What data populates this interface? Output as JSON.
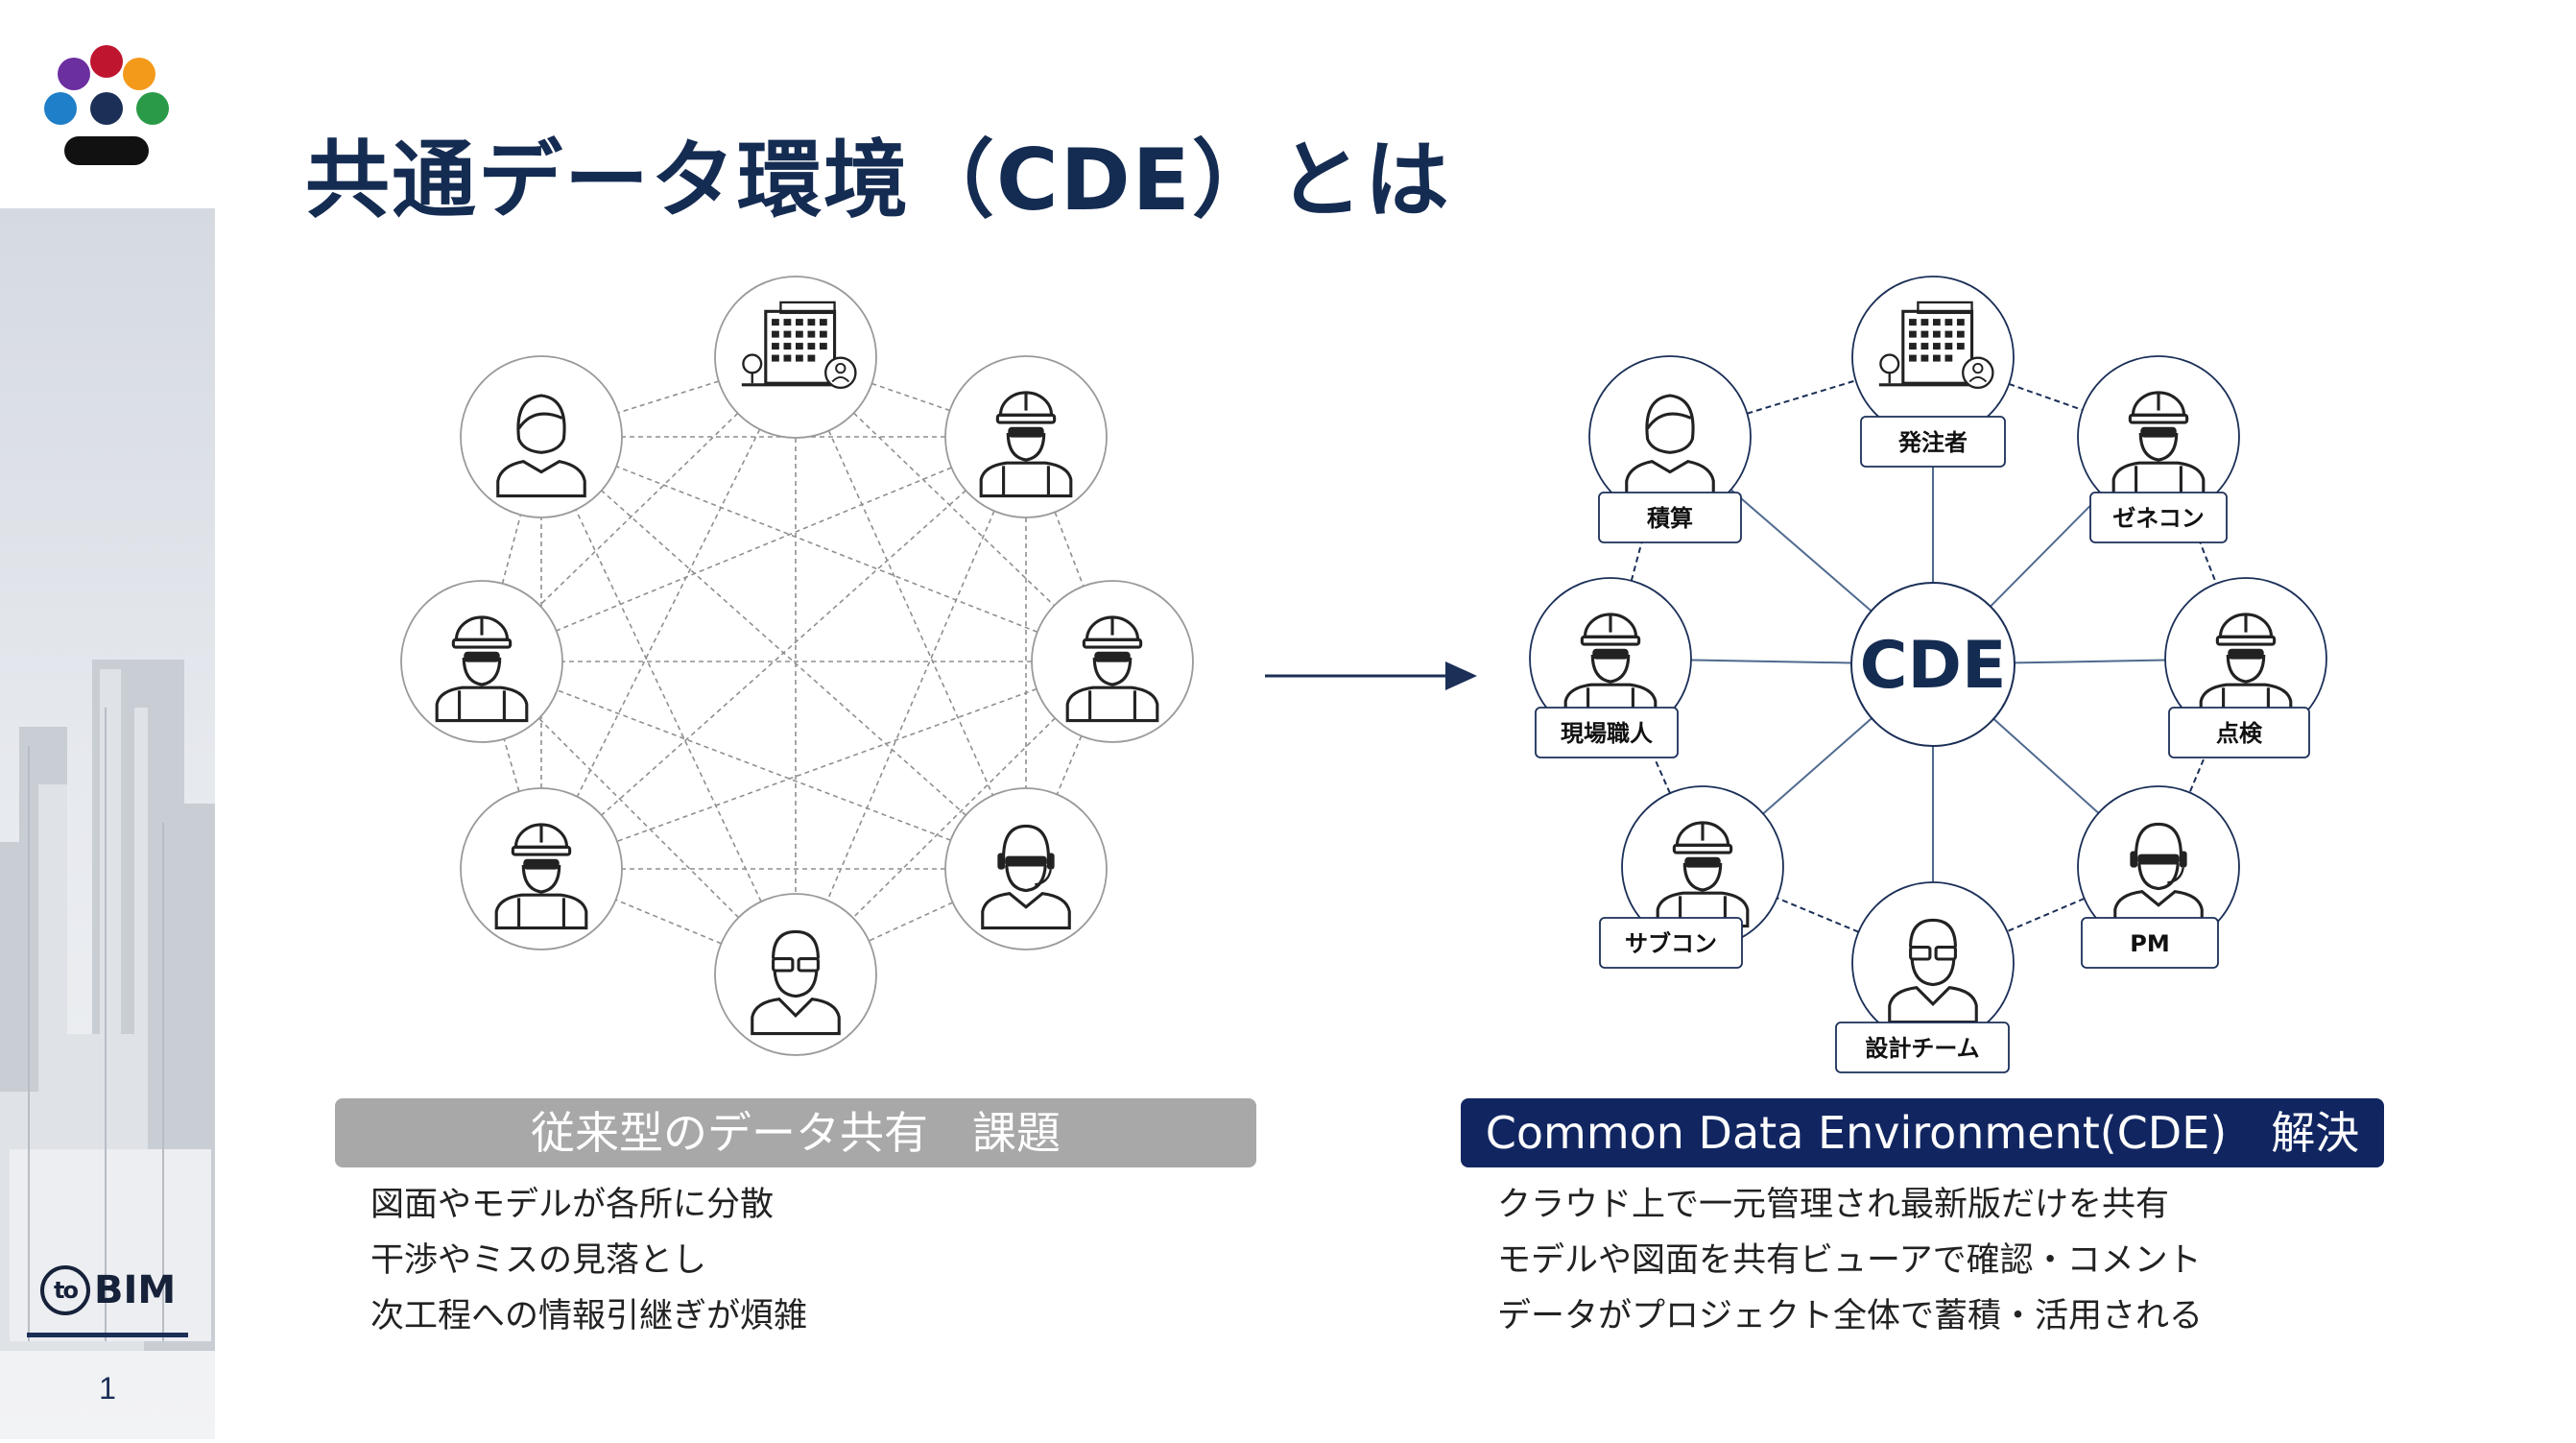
{
  "header": {
    "title": "共通データ環境（CDE）とは",
    "logo_colors": [
      "#c0152f",
      "#6b2fa0",
      "#f39a1b",
      "#1f7fc8",
      "#1b2f57",
      "#2b9a48",
      "#111111"
    ]
  },
  "sidebar": {
    "brand_mark": "to",
    "brand_name": "BIM",
    "page_number": "1"
  },
  "diagram_left": {
    "nodes": [
      {
        "id": "owner",
        "icon": "building-icon"
      },
      {
        "id": "contractor",
        "icon": "worker-helmet-icon"
      },
      {
        "id": "inspection",
        "icon": "worker-helmet-icon"
      },
      {
        "id": "pm",
        "icon": "headset-person-icon"
      },
      {
        "id": "design",
        "icon": "person-glasses-icon"
      },
      {
        "id": "subcon",
        "icon": "worker-helmet-icon"
      },
      {
        "id": "site",
        "icon": "worker-helmet-icon"
      },
      {
        "id": "estimator",
        "icon": "woman-icon"
      }
    ]
  },
  "diagram_right": {
    "hub_label": "CDE",
    "nodes": [
      {
        "id": "owner",
        "label": "発注者",
        "icon": "building-icon"
      },
      {
        "id": "contractor",
        "label": "ゼネコン",
        "icon": "worker-helmet-icon"
      },
      {
        "id": "inspection",
        "label": "点検",
        "icon": "worker-helmet-icon"
      },
      {
        "id": "pm",
        "label": "PM",
        "icon": "headset-person-icon"
      },
      {
        "id": "design",
        "label": "設計チーム",
        "icon": "person-glasses-icon"
      },
      {
        "id": "subcon",
        "label": "サブコン",
        "icon": "worker-helmet-icon"
      },
      {
        "id": "site",
        "label": "現場職人",
        "icon": "worker-helmet-icon"
      },
      {
        "id": "estimator",
        "label": "積算",
        "icon": "woman-icon"
      }
    ]
  },
  "left_section": {
    "heading": "従来型のデータ共有　課題",
    "items": [
      "図面やモデルが各所に分散",
      "干渉やミスの見落とし",
      "次工程への情報引継ぎが煩雑"
    ]
  },
  "right_section": {
    "heading": "Common Data Environment(CDE)　解決",
    "items": [
      "クラウド上で一元管理され最新版だけを共有",
      "モデルや図面を共有ビューアで確認・コメント",
      "データがプロジェクト全体で蓄積・活用される"
    ]
  },
  "colors": {
    "navy": "#112661",
    "title": "#152c52",
    "gray_bar": "#a8a8a8"
  }
}
